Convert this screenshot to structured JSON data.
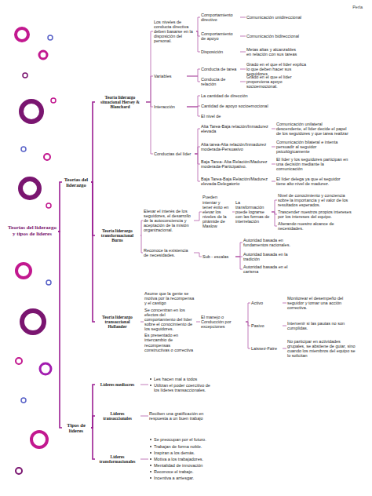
{
  "diagram": {
    "nodes": [
      {
        "text": [
          "Teorías del liderazgo y tipos de líderes"
        ]
      },
      {
        "text": [
          "Teorías del liderazgo"
        ]
      },
      {
        "text": [
          "Teoría liderazgo situacional Hersey & Blanchard"
        ]
      },
      {
        "text": [
          "Los niveles de conducta directiva deben basarse en la disposición del personal."
        ]
      },
      {
        "text": [
          "Comportamiento directivo"
        ]
      },
      {
        "text": [
          "Comunicación unidireccional"
        ]
      },
      {
        "text": [
          "Comportamiento de apoyo"
        ]
      },
      {
        "text": [
          "Comunicación bidireccional"
        ]
      },
      {
        "text": [
          "Disposición"
        ]
      },
      {
        "text": [
          "Metas altas y alcanzables en relación con sus tareas"
        ]
      },
      {
        "text": [
          "Variables"
        ]
      },
      {
        "text": [
          "Conducta de tarea"
        ]
      },
      {
        "text": [
          "Grado en el que el líder explica lo que deben hacer sus seguidores"
        ]
      },
      {
        "text": [
          "Conducta de relación"
        ]
      },
      {
        "text": [
          "Grado en el que el líder proporciona apoyo socioemocional."
        ]
      },
      {
        "text": [
          "Interacción"
        ]
      },
      {
        "text": [
          "La cantidad de dirección"
        ]
      },
      {
        "text": [
          "Cantidad de apoyo socioemocional"
        ]
      },
      {
        "text": [
          "El nivel de"
        ]
      },
      {
        "text": [
          "Conductas del líder"
        ]
      },
      {
        "text": [
          "Alta Tarea-Baja relación/Inmadurez elevada"
        ]
      },
      {
        "text": [
          "Comunicación unilateral descendente, el líder decide el papel de los seguidores y que tarea realizar"
        ]
      },
      {
        "text": [
          "Alta tarea-Alta relación/Inmadurez moderada-Persuasivo"
        ]
      },
      {
        "text": [
          "Comunicación bilateral e intenta persuadir al seguidor psicológicamente"
        ]
      },
      {
        "text": [
          "Baja Tarea- Alta Relación/Madurez moderada-Participativo."
        ]
      },
      {
        "text": [
          "El líder y los seguidores participan en una decisión mediante la comunicación"
        ]
      },
      {
        "text": [
          "Baja Tarea-Baja Relación/Madurez elevada-Delegatorio"
        ]
      },
      {
        "text": [
          "El líder delega ya que el seguidor tiene alto nivel de madurez."
        ]
      },
      {
        "text": [
          "Teoría liderazgo transformacional Burns"
        ]
      },
      {
        "text": [
          "Elevar el interés de los seguidores, el desarrollo de la autoconciencia y aceptación de la misión organizacional."
        ]
      },
      {
        "text": [
          "Pueden intentar y tener éxito en elevar los niveles de la pirámide de Maslow"
        ]
      },
      {
        "text": [
          "La transformación puede lograrse con las formas de interrelación"
        ]
      },
      {
        "text": [
          "Nivel de conocimiento y conciencia sobre la importancia y el valor de los resultados esperados."
        ]
      },
      {
        "text": [
          "Trascender nuestros propios intereses por los intereses del equipo."
        ]
      },
      {
        "text": [
          "Alterando nuestro alcance de necesidades."
        ]
      },
      {
        "text": [
          "Reconoce la existencia de necesidades."
        ]
      },
      {
        "text": [
          "Sub - escalas"
        ]
      },
      {
        "text": [
          "Autoridad basada en fundamentos racionales."
        ]
      },
      {
        "text": [
          "Autoridad basada en la tradición"
        ]
      },
      {
        "text": [
          "Autoridad basada en el carisma"
        ]
      },
      {
        "text": [
          "Teoría liderazgo transaccional Hollander"
        ]
      },
      {
        "text": [
          "Asume que la gente se motiva por la recompensa y el castigo",
          "Se concentran en los efectos del comportamiento del líder sobre el conocimiento de los seguidores.",
          "Es presentado en intercambio de recompensas constructivas o correctiva"
        ]
      },
      {
        "text": [
          "El manejo o Conducción por excepciones"
        ]
      },
      {
        "text": [
          "Activo"
        ]
      },
      {
        "text": [
          "Monitorear el desempeño del seguidor y tomar una acción correctiva."
        ]
      },
      {
        "text": [
          "Pasivo"
        ]
      },
      {
        "text": [
          "Intervenir si las pautas no son cumplidas."
        ]
      },
      {
        "text": [
          "Laissez-Faire"
        ]
      },
      {
        "text": [
          "No participar en actividades grupales, se abstiene de guiar, sino cuando los miembros del equipo se lo solicitan"
        ]
      },
      {
        "text": [
          "Tipos de líderes"
        ]
      },
      {
        "text": [
          "Líderes mediocres"
        ]
      },
      {
        "text": [
          "Les hacen mal a todos",
          "Utilizan el poder coercitivo de los líderes transaccionales."
        ]
      },
      {
        "text": [
          "Líderes transaccionales"
        ]
      },
      {
        "text": [
          "Reciben una gratificación en respuesta a un buen trabajo"
        ]
      },
      {
        "text": [
          "Líderes transformacionales"
        ]
      },
      {
        "text": [
          "Se preocupan por el futuro.",
          "Trabajan de forma noble.",
          "Inspiran a los demás.",
          "Motiva a los trabajadores.",
          "Mentalidad de innovación",
          "Reconoce el trabajo.",
          "Incentiva a arriesgar."
        ]
      }
    ],
    "edges": [
      {
        "from": 0,
        "to": 1,
        "arrow": "none"
      },
      {
        "from": 0,
        "to": 49,
        "arrow": "none"
      },
      {
        "from": 1,
        "to": 2,
        "arrow": "none"
      },
      {
        "from": 1,
        "to": 28,
        "arrow": "none"
      },
      {
        "from": 1,
        "to": 40,
        "arrow": "none"
      },
      {
        "from": 2,
        "to": 3,
        "arrow": "none"
      },
      {
        "from": 2,
        "to": 10,
        "arrow": "none"
      },
      {
        "from": 2,
        "to": 15,
        "arrow": "none"
      },
      {
        "from": 2,
        "to": 19,
        "arrow": "none"
      },
      {
        "from": 3,
        "to": 4,
        "arrow": "none"
      },
      {
        "from": 3,
        "to": 6,
        "arrow": "none"
      },
      {
        "from": 3,
        "to": 8,
        "arrow": "none"
      },
      {
        "from": 4,
        "to": 5,
        "arrow": "none"
      },
      {
        "from": 6,
        "to": 7,
        "arrow": "none"
      },
      {
        "from": 8,
        "to": 9,
        "arrow": "none"
      },
      {
        "from": 10,
        "to": 11,
        "arrow": "none"
      },
      {
        "from": 10,
        "to": 13,
        "arrow": "none"
      },
      {
        "from": 11,
        "to": 12,
        "arrow": "none"
      },
      {
        "from": 13,
        "to": 14,
        "arrow": "none"
      },
      {
        "from": 15,
        "to": 16,
        "arrow": "none"
      },
      {
        "from": 15,
        "to": 17,
        "arrow": "none"
      },
      {
        "from": 15,
        "to": 18,
        "arrow": "none"
      },
      {
        "from": 19,
        "to": 20,
        "arrow": "none"
      },
      {
        "from": 19,
        "to": 22,
        "arrow": "none"
      },
      {
        "from": 19,
        "to": 24,
        "arrow": "none"
      },
      {
        "from": 19,
        "to": 26,
        "arrow": "none"
      },
      {
        "from": 20,
        "to": 21,
        "arrow": "none"
      },
      {
        "from": 22,
        "to": 23,
        "arrow": "none"
      },
      {
        "from": 24,
        "to": 25,
        "arrow": "none"
      },
      {
        "from": 26,
        "to": 27,
        "arrow": "none"
      },
      {
        "from": 28,
        "to": 29,
        "arrow": "none"
      },
      {
        "from": 28,
        "to": 35,
        "arrow": "none"
      },
      {
        "from": 29,
        "to": 30,
        "arrow": "none"
      },
      {
        "from": 30,
        "to": 31,
        "arrow": "none"
      },
      {
        "from": 31,
        "to": 32,
        "arrow": "none"
      },
      {
        "from": 31,
        "to": 33,
        "arrow": "none"
      },
      {
        "from": 31,
        "to": 34,
        "arrow": "none"
      },
      {
        "from": 35,
        "to": 36,
        "arrow": "none"
      },
      {
        "from": 36,
        "to": 37,
        "arrow": "none"
      },
      {
        "from": 36,
        "to": 38,
        "arrow": "none"
      },
      {
        "from": 36,
        "to": 39,
        "arrow": "none"
      },
      {
        "from": 40,
        "to": 41,
        "arrow": "none"
      },
      {
        "from": 41,
        "to": 42,
        "arrow": "none"
      },
      {
        "from": 42,
        "to": 43,
        "arrow": "none"
      },
      {
        "from": 42,
        "to": 45,
        "arrow": "none"
      },
      {
        "from": 42,
        "to": 47,
        "arrow": "none"
      },
      {
        "from": 43,
        "to": 44,
        "arrow": "none"
      },
      {
        "from": 45,
        "to": 46,
        "arrow": "none"
      },
      {
        "from": 47,
        "to": 48,
        "arrow": "none"
      },
      {
        "from": 49,
        "to": 50,
        "arrow": "none"
      },
      {
        "from": 49,
        "to": 52,
        "arrow": "none"
      },
      {
        "from": 49,
        "to": 54,
        "arrow": "none"
      },
      {
        "from": 50,
        "to": 51,
        "arrow": "none"
      },
      {
        "from": 52,
        "to": 53,
        "arrow": "none"
      },
      {
        "from": 54,
        "to": 55,
        "arrow": "none"
      }
    ],
    "labels": [
      "Perla"
    ]
  }
}
